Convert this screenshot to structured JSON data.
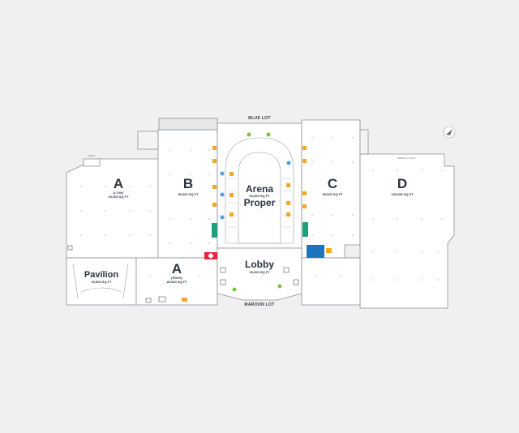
{
  "halls": {
    "a_low": {
      "letter": "A",
      "level": "(LOW)",
      "sqft": "20,000 SQ FT"
    },
    "b": {
      "letter": "B",
      "sqft": "50,000 SQ FT"
    },
    "arena": {
      "line1": "Arena",
      "line2": "Proper",
      "sqft": "26,000 SQ FT"
    },
    "c": {
      "letter": "C",
      "sqft": "35,000 SQ FT"
    },
    "d": {
      "letter": "D",
      "sqft": "100,000 SQ FT"
    },
    "pavilion": {
      "name": "Pavilion",
      "sqft": "15,000 SQ FT"
    },
    "a_high": {
      "letter": "A",
      "level": "(HIGH)",
      "sqft": "25,000 SQ FT"
    },
    "lobby": {
      "name": "Lobby",
      "sqft": "25,000 SQ FT"
    }
  },
  "lots": {
    "north": "BLUE LOT",
    "south": "MAROON LOT"
  },
  "labels": {
    "dock_west": "DOCK",
    "dock_east": "FREIGHT DOCK"
  },
  "icons": [
    "compass-icon",
    "first-aid-icon",
    "restroom-icon",
    "elevator-icon",
    "info-icon"
  ],
  "colors": {
    "wall": "#8a9099",
    "floor": "#ffffff",
    "bg": "#f0f0f1",
    "orange": "#f5a623",
    "green": "#7dc242",
    "blue": "#4aa3df",
    "teal": "#1aa37a",
    "red": "#e8243c",
    "navy": "#1b75bc"
  }
}
